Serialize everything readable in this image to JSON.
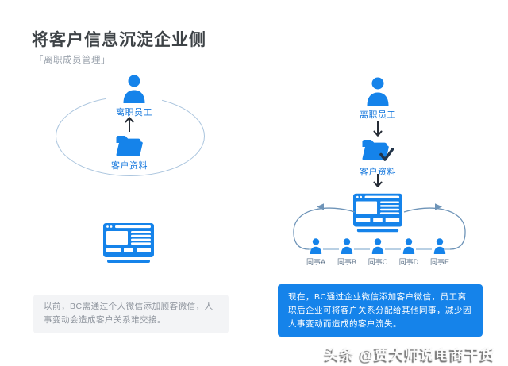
{
  "header": {
    "title": "将客户信息沉淀企业侧",
    "subtitle": "「离职成员管理」"
  },
  "before": {
    "employee_label": "离职员工",
    "data_label": "客户资料",
    "description": "以前，BC需通过个人微信添加顾客微信，人事变动会造成客户关系难交接。"
  },
  "after": {
    "employee_label": "离职员工",
    "data_label": "客户资料",
    "colleagues": [
      {
        "label": "同事A"
      },
      {
        "label": "同事B"
      },
      {
        "label": "同事C"
      },
      {
        "label": "同事D"
      },
      {
        "label": "同事E"
      }
    ],
    "description": "现在，BC通过企业微信添加客户微信，员工离职后企业可将客户关系分配给其他同事，减少因人事变动而造成的客户流失。"
  },
  "footer": {
    "watermark": "头条 @贾大师说电商干货"
  },
  "colors": {
    "primary-blue": "#1583ea",
    "label-blue": "#1678dd",
    "dark-arrow": "#262c36",
    "ellipse-stroke": "#abc5de",
    "curve-stroke": "#6e94b8",
    "before-box-bg": "#f3f4f6",
    "before-text": "#8d939c",
    "title-color": "#3e4347"
  }
}
